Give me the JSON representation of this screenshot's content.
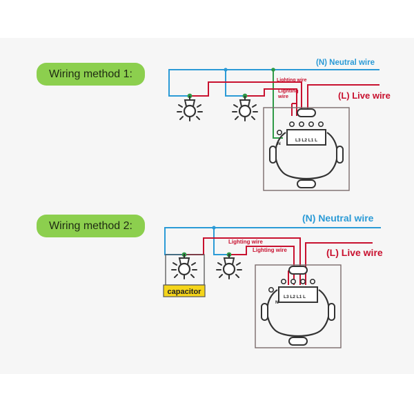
{
  "methods": [
    {
      "title": "Wiring method 1:",
      "neutral_label": "(N) Neutral wire",
      "live_label": "(L)  Live wire",
      "lighting_label_1": "Lighting wire",
      "lighting_label_2": "Lighting wire",
      "terminals": "L3 L2 L1 L",
      "n_terminal": "N"
    },
    {
      "title": "Wiring method 2:",
      "neutral_label": "(N)  Neutral wire",
      "live_label": "(L)  Live wire",
      "lighting_label_1": "Lighting wire",
      "lighting_label_2": "Lighting wire",
      "terminals": "L3 L2 L1 L",
      "n_terminal": "N",
      "capacitor_label": "capacitor"
    }
  ],
  "colors": {
    "neutral": "#2a9ad6",
    "live": "#c8102e",
    "earth": "#2e9a46",
    "pill": "#8ccf4e",
    "capacitor": "#f5d51a"
  },
  "icons": [
    "bulb-icon",
    "switch-panel-icon"
  ]
}
